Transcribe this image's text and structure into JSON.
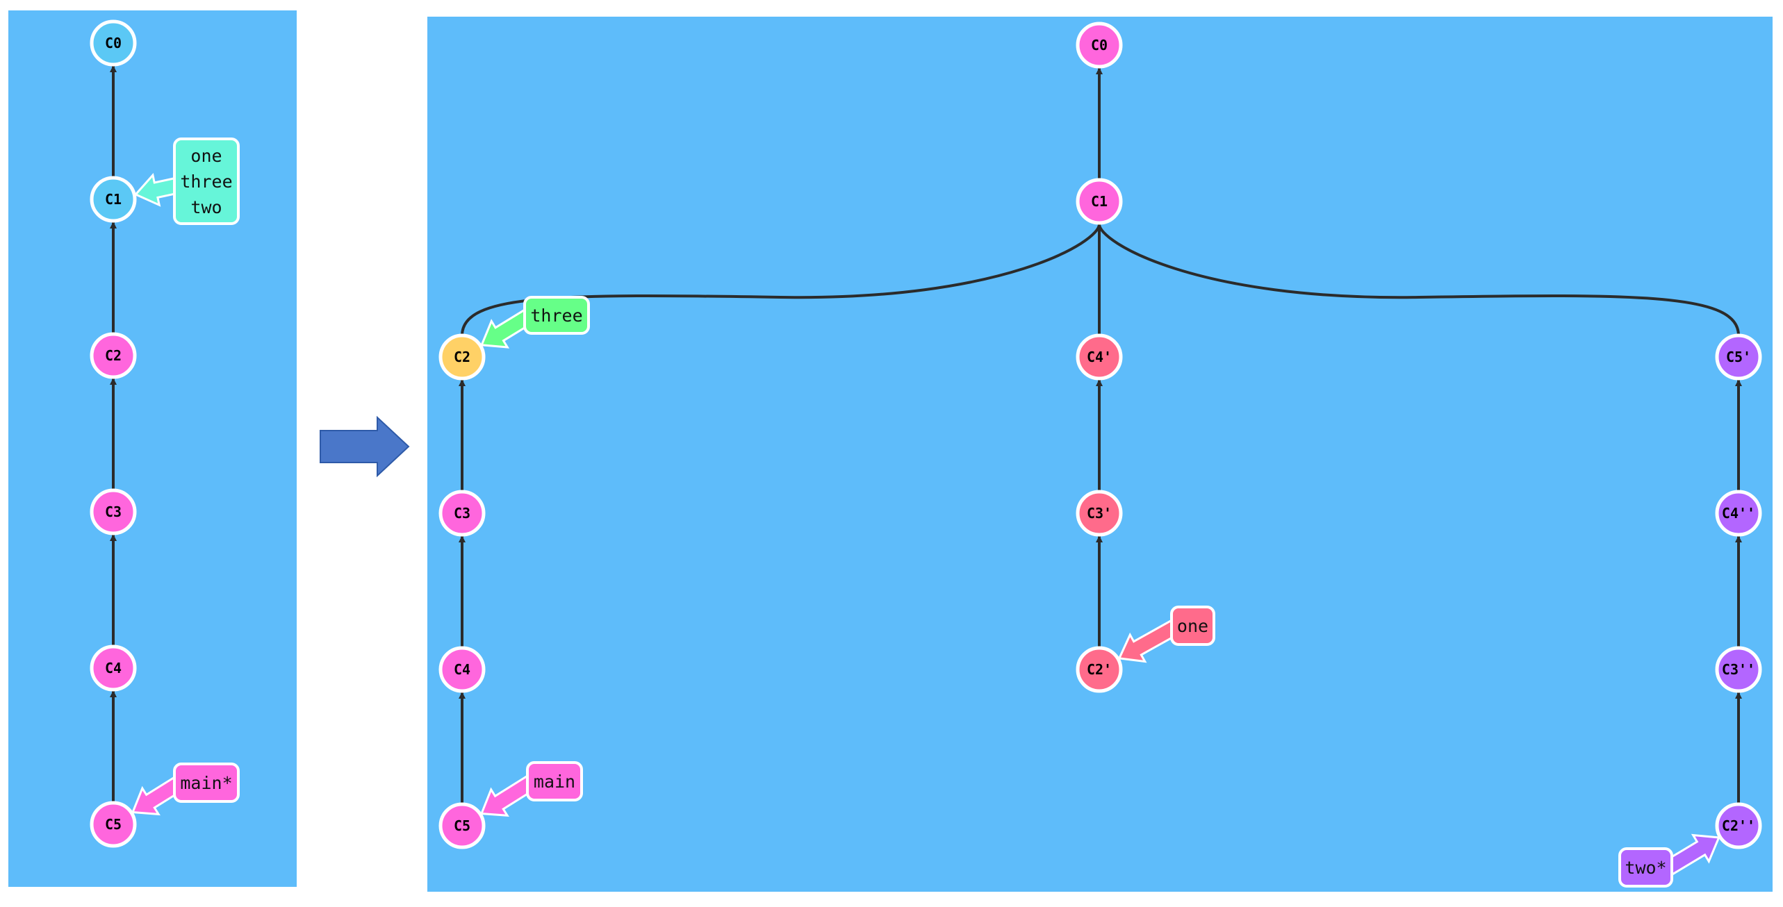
{
  "before": {
    "commits": [
      {
        "id": "C0",
        "color": "#5bc8f5"
      },
      {
        "id": "C1",
        "color": "#5bc8f5"
      },
      {
        "id": "C2",
        "color": "#ff66dd"
      },
      {
        "id": "C3",
        "color": "#ff66dd"
      },
      {
        "id": "C4",
        "color": "#ff66dd"
      },
      {
        "id": "C5",
        "color": "#ff66dd"
      }
    ],
    "branches": [
      {
        "lines": [
          "one",
          "three",
          "two"
        ],
        "target": "C1",
        "color": "#66f5d9"
      },
      {
        "lines": [
          "main*"
        ],
        "target": "C5",
        "color": "#ff66dd"
      }
    ]
  },
  "after": {
    "commits": [
      {
        "id": "C0",
        "color": "#ff66dd"
      },
      {
        "id": "C1",
        "color": "#ff66dd"
      },
      {
        "id": "C2",
        "color": "#ffd166"
      },
      {
        "id": "C3",
        "color": "#ff66dd"
      },
      {
        "id": "C4",
        "color": "#ff66dd"
      },
      {
        "id": "C5",
        "color": "#ff66dd"
      },
      {
        "id": "C4'",
        "color": "#ff6b8b"
      },
      {
        "id": "C3'",
        "color": "#ff6b8b"
      },
      {
        "id": "C2'",
        "color": "#ff6b8b"
      },
      {
        "id": "C5'",
        "color": "#b366ff"
      },
      {
        "id": "C4''",
        "color": "#b366ff"
      },
      {
        "id": "C3''",
        "color": "#b366ff"
      },
      {
        "id": "C2''",
        "color": "#b366ff"
      }
    ],
    "branches": [
      {
        "lines": [
          "three"
        ],
        "target": "C2",
        "color": "#66ff88"
      },
      {
        "lines": [
          "main"
        ],
        "target": "C5",
        "color": "#ff66dd"
      },
      {
        "lines": [
          "one"
        ],
        "target": "C2'",
        "color": "#ff6b8b"
      },
      {
        "lines": [
          "two*"
        ],
        "target": "C2''",
        "color": "#b366ff"
      }
    ]
  },
  "colors": {
    "panel": "#5ebcfa",
    "edge": "#2b2b2b",
    "transition_arrow": "#4a77c9"
  }
}
